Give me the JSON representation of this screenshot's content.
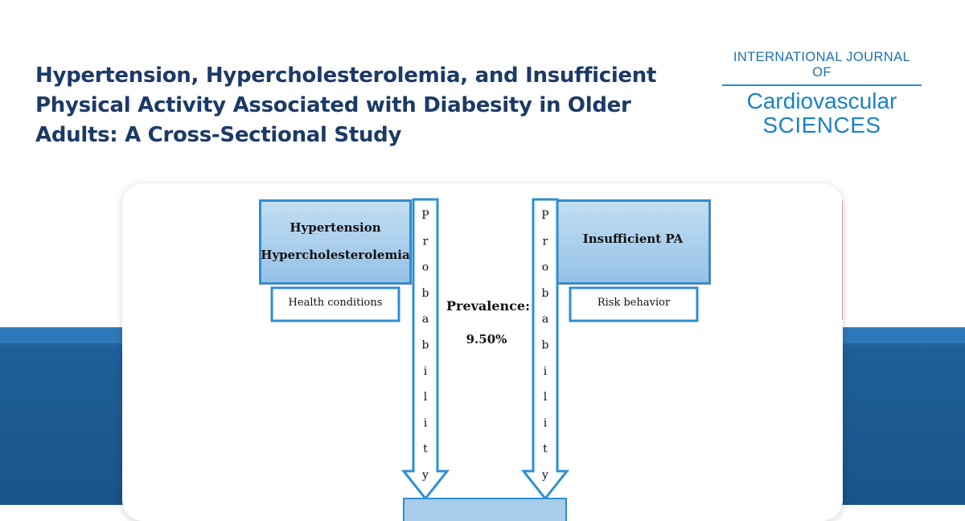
{
  "header": {
    "title": "Hypertension, Hypercholesterolemia, and Insufficient Physical Activity Associated with Diabesity in Older Adults: A Cross-Sectional Study"
  },
  "journal": {
    "top_line": "INTERNATIONAL JOURNAL OF",
    "name_line1": "Cardiovascular",
    "name_line2": "SCIENCES"
  },
  "figure": {
    "left_box_line1": "Hypertension",
    "left_box_line2": "Hypercholesterolemia",
    "left_label": "Health conditions",
    "right_box": "Insufficient PA",
    "right_label": "Risk behavior",
    "center_title": "Prevalence:",
    "center_value": "9.50%",
    "arrow_letters": [
      "P",
      "r",
      "o",
      "b",
      "a",
      "b",
      "i",
      "l",
      "i",
      "t",
      "y"
    ]
  },
  "colors": {
    "title": "#1c3a67",
    "journal": "#1a82c8",
    "band": "#1f5f99",
    "box_fill": "#a8cdea",
    "box_border": "#2e8fd3"
  }
}
